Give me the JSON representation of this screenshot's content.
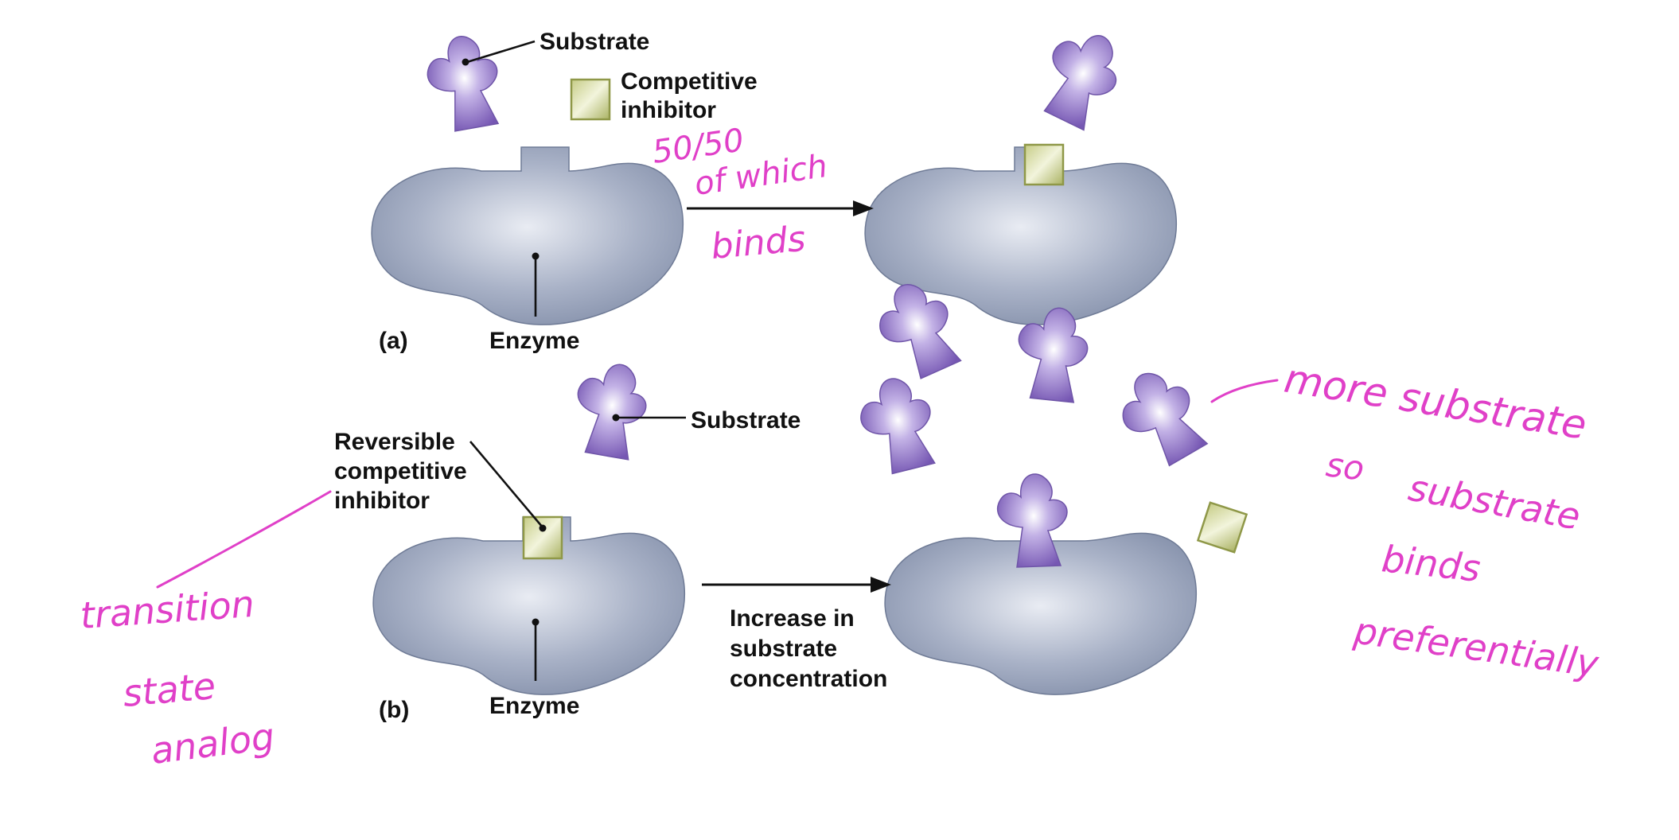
{
  "panel_a": {
    "marker": "(a)",
    "substrate_label": "Substrate",
    "inhibitor_label_line1": "Competitive",
    "inhibitor_label_line2": "inhibitor",
    "enzyme_label": "Enzyme"
  },
  "panel_b": {
    "marker": "(b)",
    "substrate_label": "Substrate",
    "inhibitor_label_line1": "Reversible",
    "inhibitor_label_line2": "competitive",
    "inhibitor_label_line3": "inhibitor",
    "enzyme_label": "Enzyme",
    "arrow_label_line1": "Increase in",
    "arrow_label_line2": "substrate",
    "arrow_label_line3": "concentration"
  },
  "handwriting": {
    "a_note_line1": "50/50",
    "a_note_line2": "of which",
    "a_note_line3": "binds",
    "b_note_line1": "more substrate",
    "b_note_line2": "so",
    "b_note_line3": "substrate",
    "b_note_line4": "binds",
    "b_note_line5": "preferentially",
    "left_note_line1": "transition",
    "left_note_line2": "state",
    "left_note_line3": "analog"
  },
  "colors": {
    "enzyme": "#8d99b4",
    "substrate": "#8a6fc0",
    "inhibitor": "#b9c07a",
    "handwriting": "#e040c8"
  }
}
